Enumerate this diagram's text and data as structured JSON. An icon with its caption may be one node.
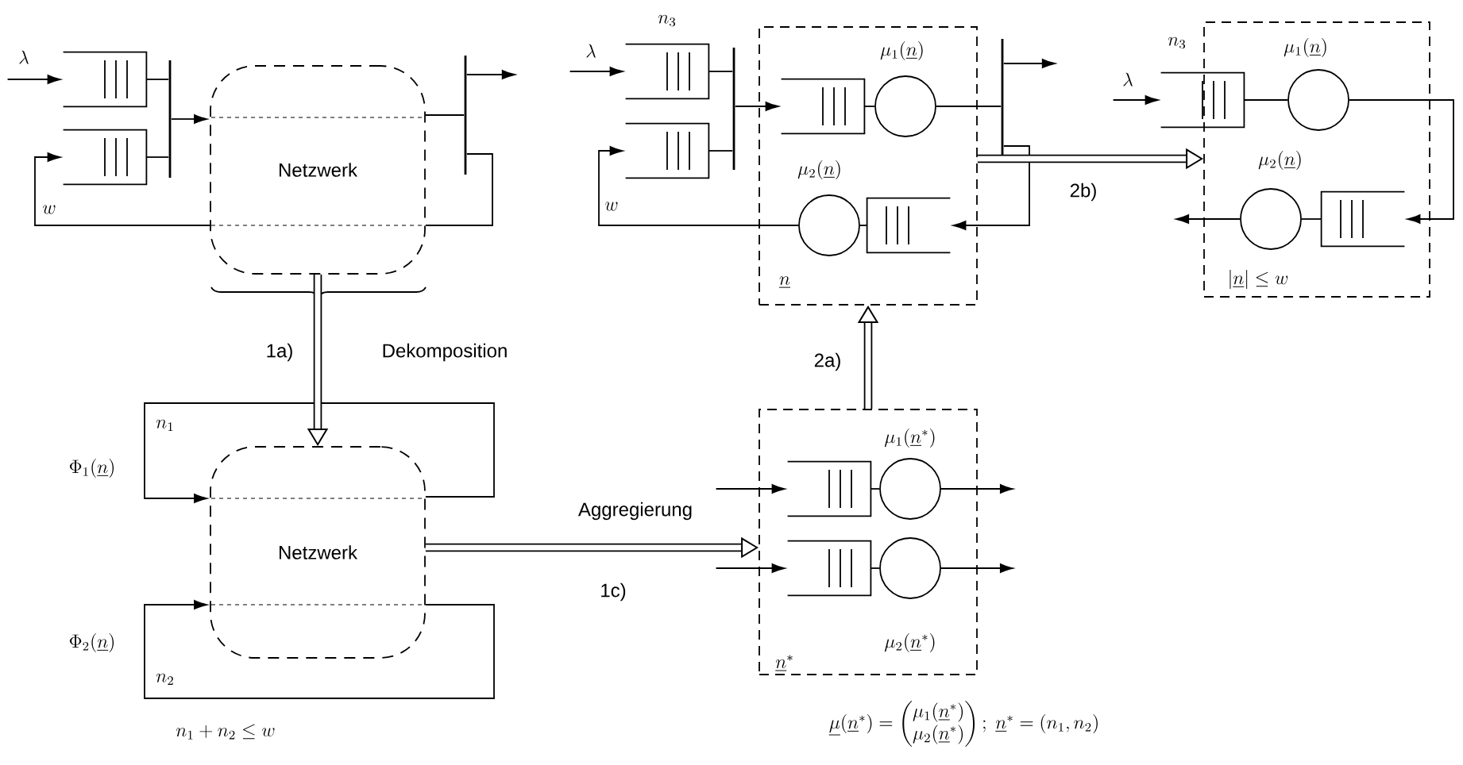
{
  "diagram": {
    "nodes": [
      {
        "text": [],
        "shape": "queue"
      },
      {
        "text": [],
        "shape": "queue"
      },
      {
        "text": [],
        "shape": "bar"
      },
      {
        "text": [
          "Netzwerk"
        ]
      },
      {
        "text": [],
        "shape": "bar"
      },
      {
        "text": [
          "n_3"
        ]
      },
      {
        "text": [],
        "shape": "queue"
      },
      {
        "text": [],
        "shape": "bar"
      },
      {
        "text": [
          "\\underline{n}"
        ]
      },
      {
        "text": [],
        "shape": "queue",
        "in": 8
      },
      {
        "text": [],
        "shape": "circle",
        "in": 8,
        "beside": [
          "\\mu_1(\\underline{n})"
        ]
      },
      {
        "text": [],
        "shape": "circle",
        "in": 8,
        "beside": [
          "\\mu_2(\\underline{n})"
        ]
      },
      {
        "text": [],
        "shape": "queue",
        "in": 8
      },
      {
        "text": [],
        "shape": "bar"
      },
      {
        "text": [
          "n_3"
        ]
      },
      {
        "text": [
          "|\\underline{n}| \\leq w"
        ]
      },
      {
        "text": [],
        "shape": "circle",
        "in": 15,
        "beside": [
          "\\mu_1(\\underline{n})"
        ]
      },
      {
        "text": [],
        "shape": "circle",
        "in": 15,
        "beside": [
          "\\mu_2(\\underline{n})"
        ]
      },
      {
        "text": [],
        "shape": "queue",
        "in": 15
      },
      {
        "text": [
          "Netzwerk"
        ]
      },
      {
        "text": [
          "\\underline{n}^*"
        ]
      },
      {
        "text": [],
        "shape": "queue",
        "in": 20
      },
      {
        "text": [],
        "shape": "circle",
        "in": 20,
        "beside": [
          "\\mu_1(\\underline{n}^*)"
        ]
      },
      {
        "text": [],
        "shape": "queue",
        "in": 20
      },
      {
        "text": [],
        "shape": "circle",
        "in": 20,
        "beside": [
          "\\mu_2(\\underline{n}^*)"
        ]
      }
    ],
    "edges": [
      {
        "from": null,
        "to": 0,
        "arrow": "to",
        "label": "\\lambda"
      },
      {
        "from": 0,
        "to": 2,
        "arrow": "none"
      },
      {
        "from": 1,
        "to": 2,
        "arrow": "none"
      },
      {
        "from": 2,
        "to": 3,
        "arrow": "to"
      },
      {
        "from": 3,
        "to": 4,
        "arrow": "none"
      },
      {
        "from": 4,
        "to": null,
        "arrow": "to"
      },
      {
        "from": 4,
        "to": 3,
        "arrow": "none"
      },
      {
        "from": 3,
        "to": 1,
        "arrow": "to",
        "label": "w"
      },
      {
        "from": null,
        "to": 5,
        "arrow": "to",
        "label": "\\lambda"
      },
      {
        "from": 5,
        "to": 7,
        "arrow": "none"
      },
      {
        "from": 6,
        "to": 7,
        "arrow": "none"
      },
      {
        "from": 7,
        "to": 9,
        "arrow": "to"
      },
      {
        "from": 9,
        "to": 10,
        "arrow": "none"
      },
      {
        "from": 10,
        "to": 13,
        "arrow": "none"
      },
      {
        "from": 13,
        "to": null,
        "arrow": "to"
      },
      {
        "from": 13,
        "to": 12,
        "arrow": "to"
      },
      {
        "from": 12,
        "to": 11,
        "arrow": "none"
      },
      {
        "from": 11,
        "to": 6,
        "arrow": "to",
        "label": "w"
      },
      {
        "from": null,
        "to": 14,
        "arrow": "to",
        "label": "\\lambda"
      },
      {
        "from": 14,
        "to": 16,
        "arrow": "none"
      },
      {
        "from": 16,
        "to": 18,
        "arrow": "to"
      },
      {
        "from": 18,
        "to": 17,
        "arrow": "none"
      },
      {
        "from": 17,
        "to": null,
        "arrow": "to"
      },
      {
        "from": 19,
        "to": 19,
        "arrow": "to",
        "label": "\\Phi_1(\\underline{n})"
      },
      {
        "from": 19,
        "to": 19,
        "arrow": "to",
        "label": "\\Phi_2(\\underline{n})"
      },
      {
        "from": null,
        "to": 21,
        "arrow": "to"
      },
      {
        "from": 21,
        "to": 22,
        "arrow": "none"
      },
      {
        "from": 22,
        "to": null,
        "arrow": "to"
      },
      {
        "from": null,
        "to": 23,
        "arrow": "to"
      },
      {
        "from": 23,
        "to": 24,
        "arrow": "none"
      },
      {
        "from": 24,
        "to": null,
        "arrow": "to"
      },
      {
        "from": 3,
        "to": 19,
        "arrow": "to",
        "style": "thick",
        "label": "1a)"
      },
      {
        "from": 19,
        "to": 20,
        "arrow": "to",
        "style": "thick",
        "label": "1c)"
      },
      {
        "from": 20,
        "to": 8,
        "arrow": "to",
        "style": "thick",
        "label": "2a)"
      },
      {
        "from": 8,
        "to": 15,
        "arrow": "to",
        "style": "thick",
        "label": "2b)"
      }
    ],
    "labels": [
      "Dekomposition",
      "n_1",
      "Aggregierung",
      "n_2",
      "n_1 + n_2 \\leq w",
      "\\underline{\\mu}(\\underline{n}^*) = \\begin{pmatrix}\\mu_1(\\underline{n}^*)\\\\ \\mu_2(\\underline{n}^*)\\end{pmatrix} ;\\ \\underline{n}^* = (n_1, n_2)"
    ]
  }
}
